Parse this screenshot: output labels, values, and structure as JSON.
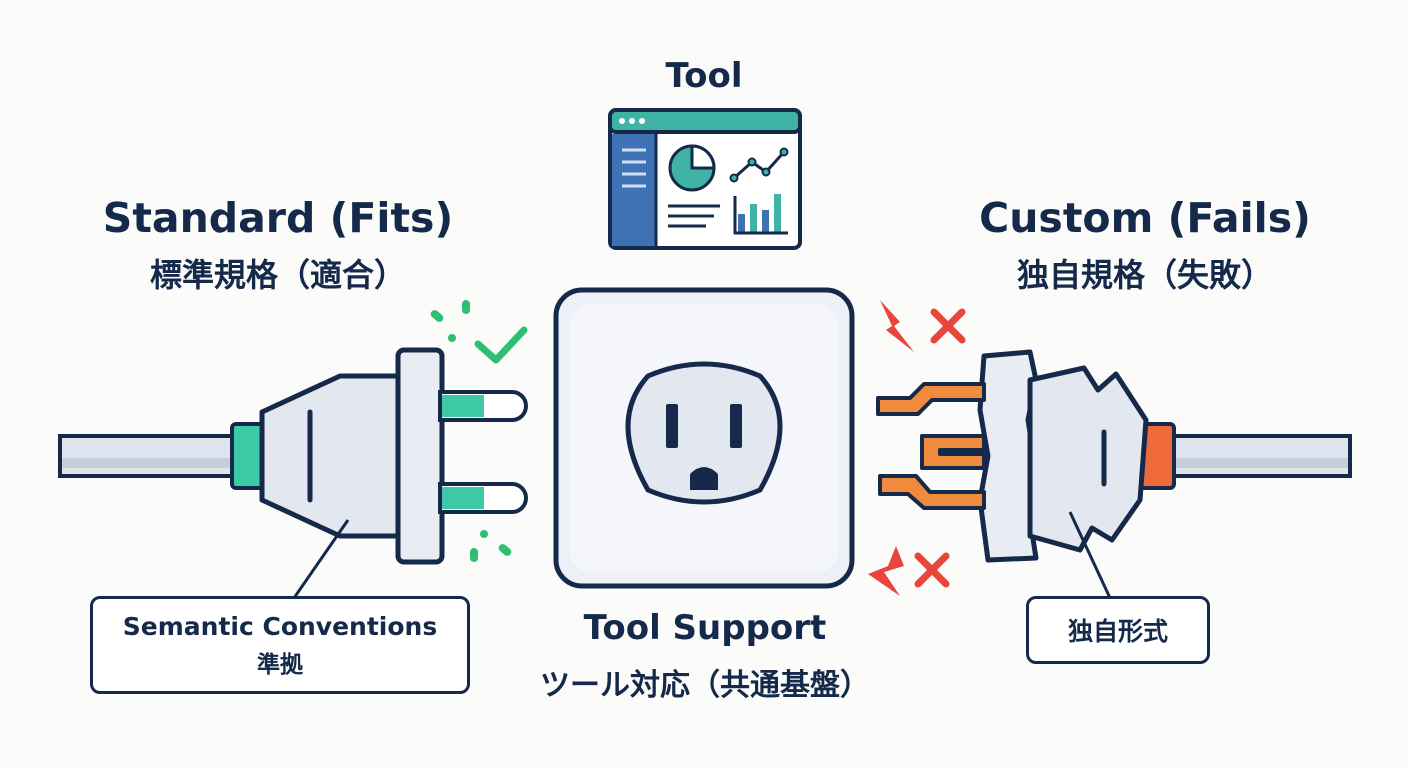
{
  "labels": {
    "tool": "Tool",
    "standard_title": "Standard (Fits)",
    "standard_subtitle": "標準規格（適合）",
    "custom_title": "Custom (Fails)",
    "custom_subtitle": "独自規格（失敗）",
    "support_title": "Tool Support",
    "support_subtitle": "ツール対応（共通基盤）"
  },
  "callouts": {
    "left_line1": "Semantic Conventions",
    "left_line2": "準拠",
    "right": "独自形式"
  },
  "icons": {
    "tool": "dashboard-window-icon",
    "socket": "power-outlet-icon",
    "standard_plug": "standard-plug-icon",
    "custom_plug": "broken-plug-icon",
    "success": "checkmark-icon",
    "failure": "x-mark-icon",
    "spark": "lightning-icon"
  },
  "colors": {
    "ink": "#15294a",
    "teal": "#3ec9a7",
    "green": "#2fbf71",
    "orange": "#f08a3c",
    "red": "#e8463a",
    "blue": "#3f72b5"
  }
}
